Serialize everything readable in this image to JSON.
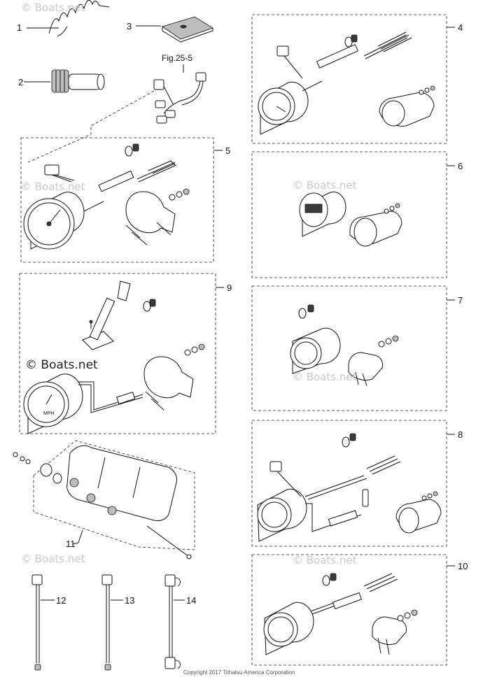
{
  "callouts": {
    "c1": "1",
    "c2": "2",
    "c3": "3",
    "c4": "4",
    "c5": "5",
    "c6": "6",
    "c7": "7",
    "c8": "8",
    "c9": "9",
    "c10": "10",
    "c11": "11",
    "c12": "12",
    "c13": "13",
    "c14": "14"
  },
  "figure_ref": "Fig.25-5",
  "gauge_labels": {
    "mph": "MPH"
  },
  "watermark": "© Boats.net",
  "copyright": "Copyright 2017 Tohatsu America Corporation"
}
